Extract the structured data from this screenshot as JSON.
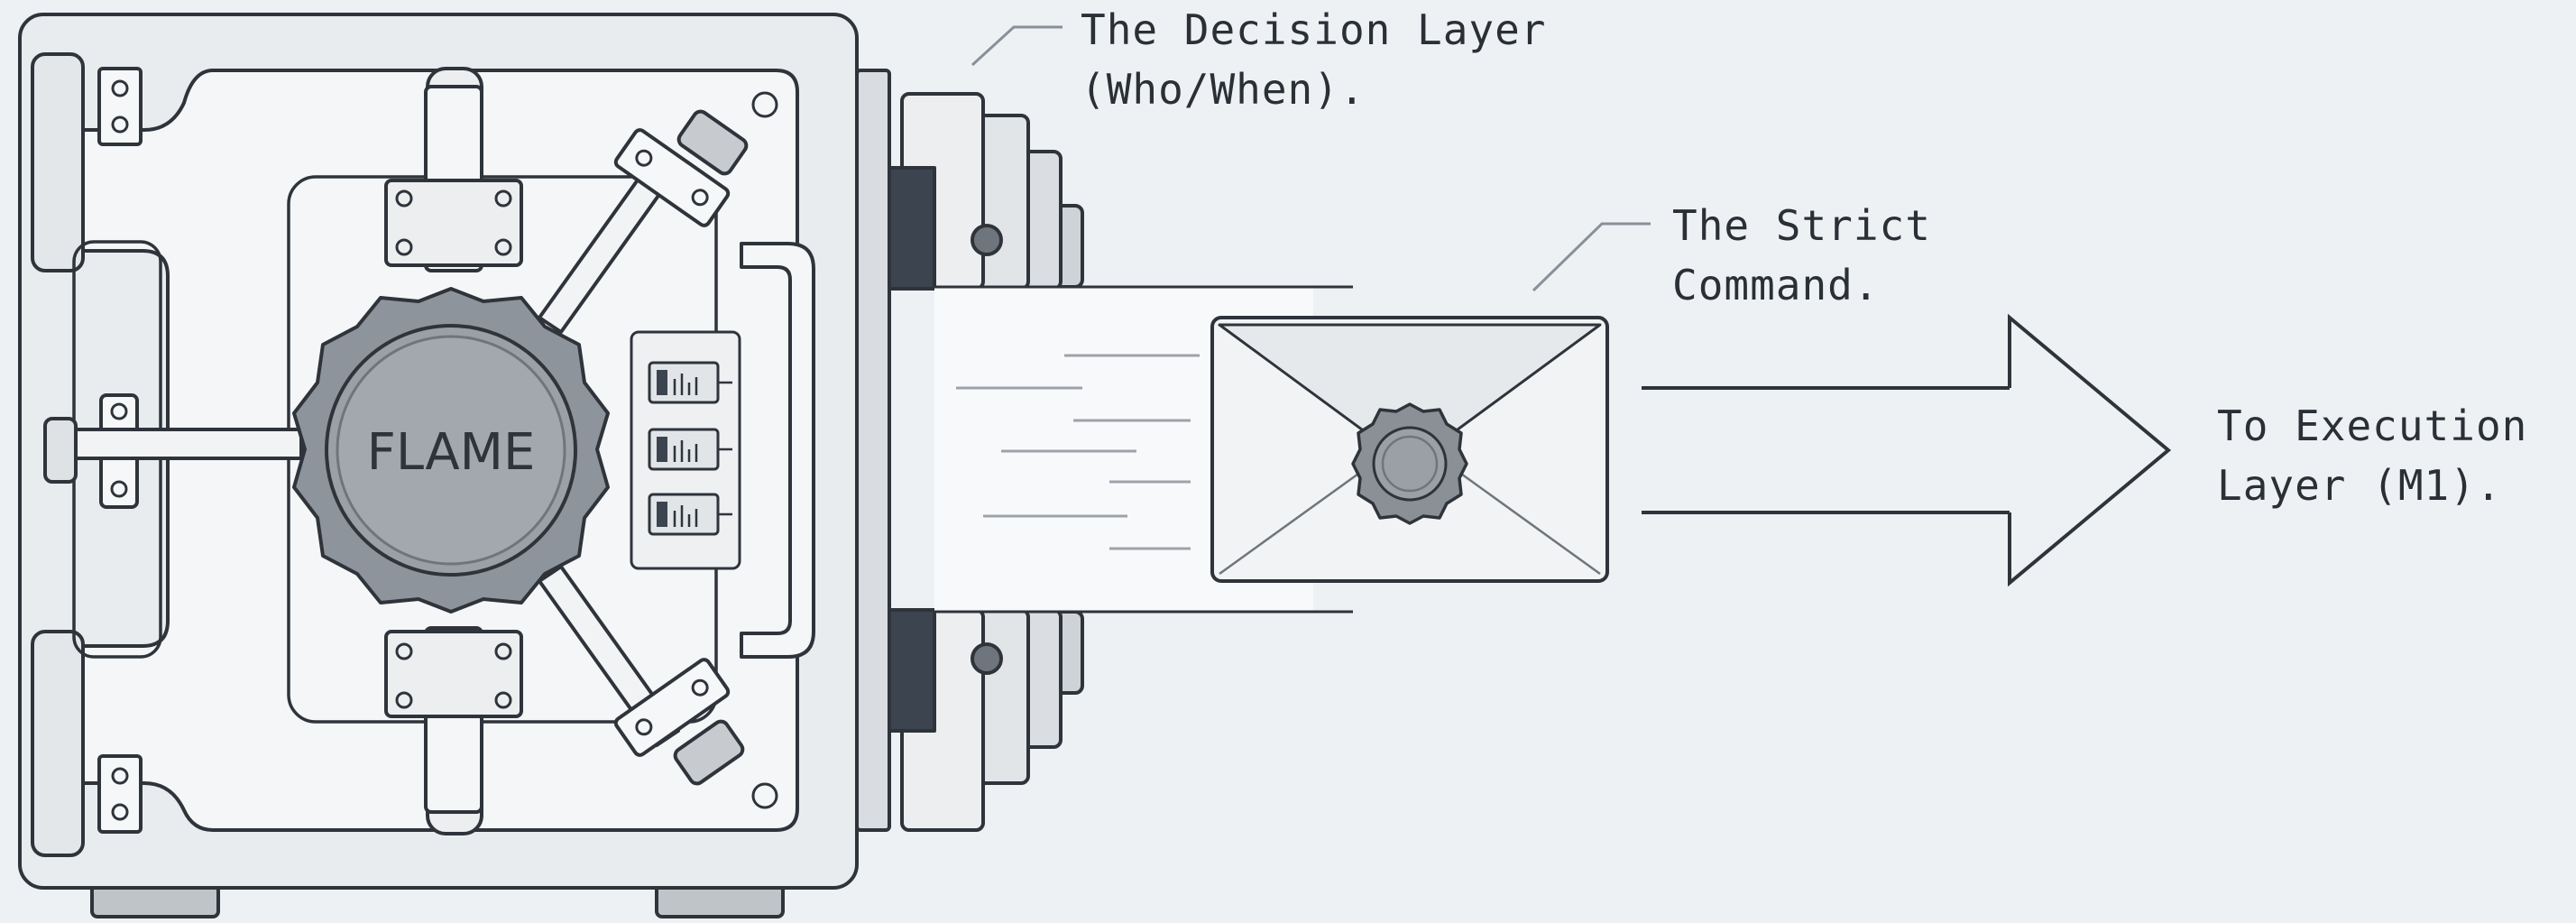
{
  "diagram": {
    "labels": {
      "decision_layer": {
        "line1": "The Decision Layer",
        "line2": "(Who/When)."
      },
      "strict_command": {
        "line1": "The Strict",
        "line2": "Command."
      },
      "execution_layer": {
        "line1": "To Execution",
        "line2": "Layer (M1)."
      }
    },
    "vault": {
      "dial_label": "FLAME"
    },
    "colors": {
      "background": "#eef1f4",
      "outline": "#2f343b",
      "vault_body": "#e9ecef",
      "vault_door": "#f4f6f8",
      "dial": "#8e949b",
      "dial_inner": "#a3a8ae",
      "dark_accent": "#3c4450",
      "envelope": "#f1f3f5",
      "wax_seal": "#8b9096"
    },
    "icons": [
      "vault-icon",
      "combination-dial-icon",
      "envelope-icon",
      "wax-seal-icon",
      "arrow-right-icon"
    ]
  }
}
